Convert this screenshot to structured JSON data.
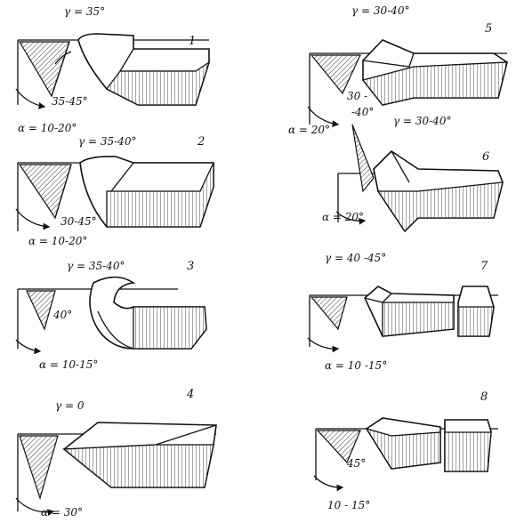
{
  "tools": [
    {
      "number": "1",
      "gamma": "γ = 35°",
      "wedge_angle": "35-45°",
      "alpha": "α = 10-20°"
    },
    {
      "number": "2",
      "gamma": "γ = 35-40°",
      "wedge_angle": "30-45°",
      "alpha": "α = 10-20°"
    },
    {
      "number": "3",
      "gamma": "γ = 35-40°",
      "wedge_angle": "40°",
      "alpha": "α = 10-15°"
    },
    {
      "number": "4",
      "gamma": "γ = 0",
      "wedge_angle": "",
      "alpha": "α = 30°"
    },
    {
      "number": "5",
      "gamma": "γ = 30-40°",
      "wedge_angle": "30 -",
      "alpha": "α = 20°"
    },
    {
      "number": "6",
      "gamma": "γ = 30-40°",
      "wedge_angle": "-40°",
      "alpha": "α = 20°"
    },
    {
      "number": "7",
      "gamma": "γ = 40 -45°",
      "wedge_angle": "",
      "alpha": "α = 10 -15°"
    },
    {
      "number": "8",
      "gamma": "",
      "wedge_angle": "45°",
      "alpha": "10 - 15°"
    }
  ]
}
